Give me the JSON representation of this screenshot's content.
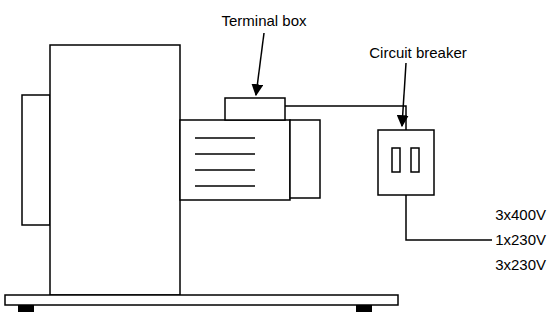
{
  "diagram": {
    "labels": [
      "Terminal box",
      "Circuit breaker",
      "3x400V",
      "1x230V",
      "3x230V"
    ]
  }
}
